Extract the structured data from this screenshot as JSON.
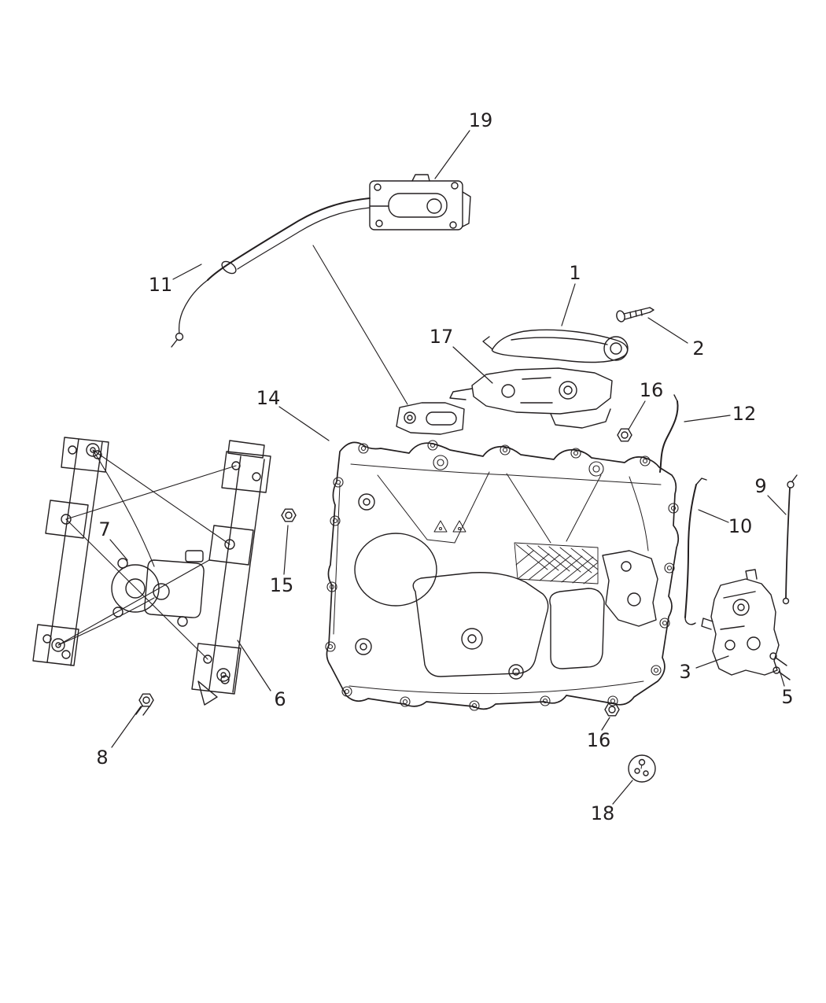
{
  "diagram": {
    "background_color": "#ffffff",
    "line_color": "#231f20",
    "callouts": [
      {
        "label": "19"
      },
      {
        "label": "11"
      },
      {
        "label": "1"
      },
      {
        "label": "2"
      },
      {
        "label": "17"
      },
      {
        "label": "16"
      },
      {
        "label": "12"
      },
      {
        "label": "14"
      },
      {
        "label": "9"
      },
      {
        "label": "10"
      },
      {
        "label": "7"
      },
      {
        "label": "15"
      },
      {
        "label": "6"
      },
      {
        "label": "3"
      },
      {
        "label": "5"
      },
      {
        "label": "8"
      },
      {
        "label": "16"
      },
      {
        "label": "18"
      }
    ]
  }
}
